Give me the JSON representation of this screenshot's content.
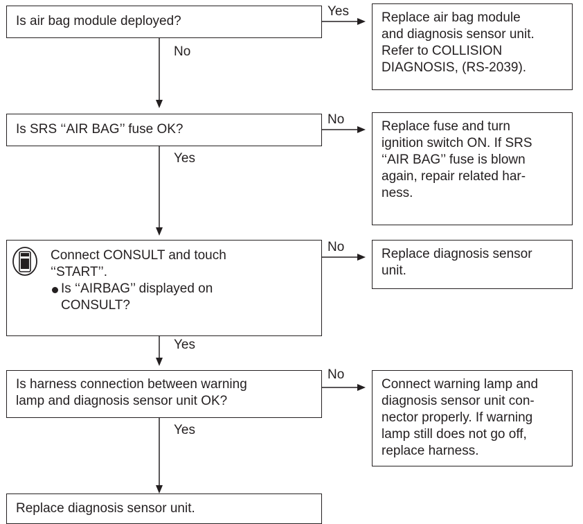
{
  "steps": [
    {
      "question": "Is air bag module deployed?",
      "branch_right": "Yes",
      "branch_down": "No",
      "action_lines": [
        "Replace air bag module",
        "and diagnosis sensor unit.",
        "Refer to COLLISION",
        "DIAGNOSIS, (RS-2039)."
      ]
    },
    {
      "question": "Is SRS ‘‘AIR BAG’’ fuse OK?",
      "branch_right": "No",
      "branch_down": "Yes",
      "action_lines": [
        "Replace fuse and turn",
        "ignition switch ON. If SRS",
        "‘‘AIR BAG’’ fuse is blown",
        "again, repair related har-",
        "ness."
      ]
    },
    {
      "question_lines": [
        "Connect CONSULT and touch",
        "‘‘START’’."
      ],
      "bullet_lines": [
        "Is ‘‘AIRBAG’’ displayed on",
        "CONSULT?"
      ],
      "branch_right": "No",
      "branch_down": "Yes",
      "action_lines": [
        "Replace diagnosis sensor",
        "unit."
      ]
    },
    {
      "question_lines": [
        "Is harness connection between warning",
        "lamp and diagnosis sensor unit OK?"
      ],
      "branch_right": "No",
      "branch_down": "Yes",
      "action_lines": [
        "Connect warning lamp and",
        "diagnosis sensor unit con-",
        "nector properly. If warning",
        "lamp still does not go off,",
        "replace harness."
      ]
    },
    {
      "final": "Replace diagnosis sensor unit."
    }
  ],
  "icons": {
    "consult_tester": "consult-tester-icon"
  }
}
